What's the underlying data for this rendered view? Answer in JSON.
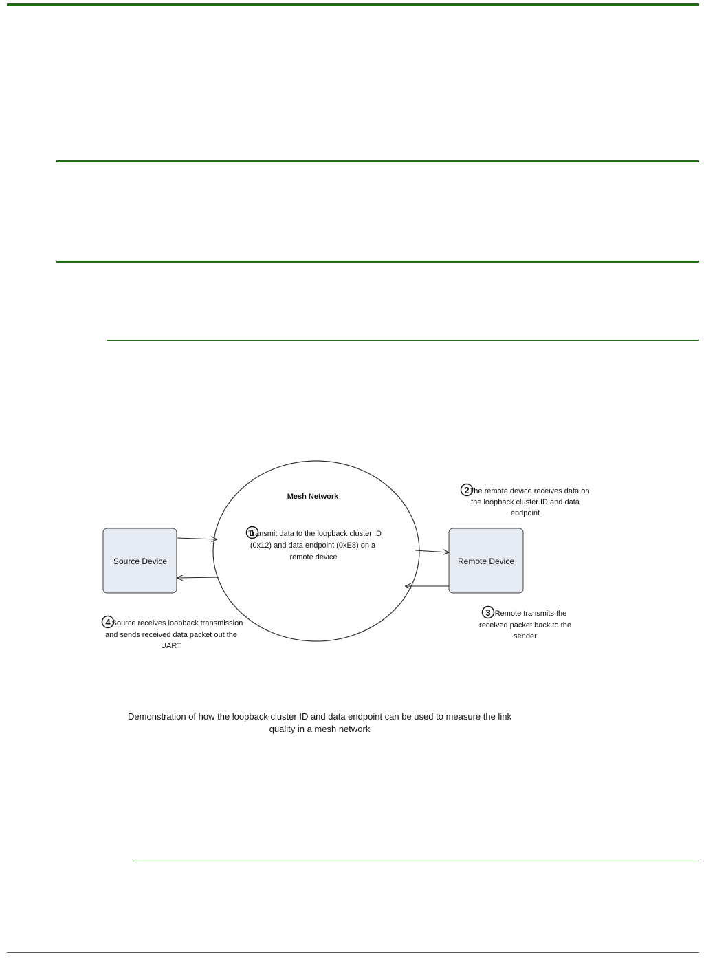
{
  "diagram": {
    "mesh_label": "Mesh Network",
    "source_label": "Source Device",
    "remote_label": "Remote Device",
    "colors": {
      "rule": "#1e6b12",
      "box_fill": "#e6eaf3",
      "box_stroke": "#404040"
    },
    "steps": [
      {
        "num": "1",
        "lines": [
          "Transmit data to the loopback cluster ID",
          "(0x12) and data endpoint  (0xE8) on a",
          "remote device"
        ]
      },
      {
        "num": "2",
        "lines": [
          "The remote device receives data on",
          "the loopback cluster ID and data",
          "endpoint"
        ]
      },
      {
        "num": "3",
        "lines": [
          "Remote transmits the",
          "received packet back to the",
          "sender"
        ]
      },
      {
        "num": "4",
        "lines": [
          "Source receives loopback transmission",
          "and sends received data packet out the",
          "UART"
        ]
      }
    ]
  },
  "caption": {
    "line1": "Demonstration of how the loopback cluster ID and data endpoint can be used to measure the link",
    "line2": "quality in a mesh network"
  }
}
